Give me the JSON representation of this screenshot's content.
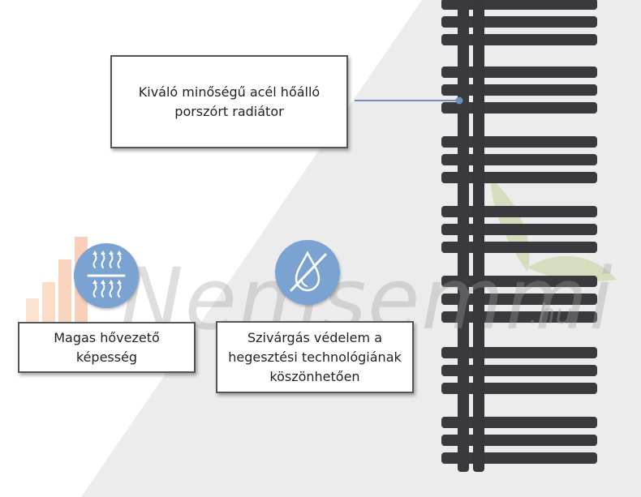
{
  "callouts": {
    "main": "Kiváló minőségű acél hőálló\nporszórt radiátor",
    "heat": "Magas hővezető\nképesség",
    "leak": "Szivárgás védelem a\nhegesztési technológiának\nköszönhetően"
  },
  "watermark": {
    "text": "Nemsemmi",
    "suffix": ".hu"
  },
  "icons": {
    "heat": "heat-conductivity-icon",
    "leak": "leak-protection-icon",
    "logo": "bars-logo-icon"
  },
  "colors": {
    "icon_bg": "#7aa3d1",
    "radiator": "#3a3a3e",
    "connector": "#6b8fb8",
    "bg_diagonal": "#ebebeb"
  }
}
